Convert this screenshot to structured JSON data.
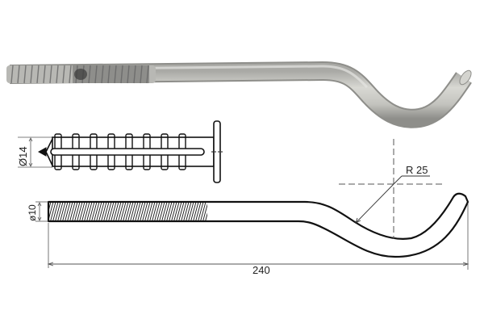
{
  "figure": {
    "subject": "Anchor bolt with plastic dowel",
    "photo_label": "",
    "dimensions": {
      "dowel_diameter": "Ø14",
      "rod_diameter": "ø10",
      "bend_radius": "R 25",
      "overall_length": "240"
    }
  },
  "colors": {
    "rod_photo": "#c9c9c4",
    "rod_photo_shadow": "#9c9c98",
    "thread_dark": "#5a5a5a",
    "line": "#111111",
    "dim_line": "#555555"
  }
}
